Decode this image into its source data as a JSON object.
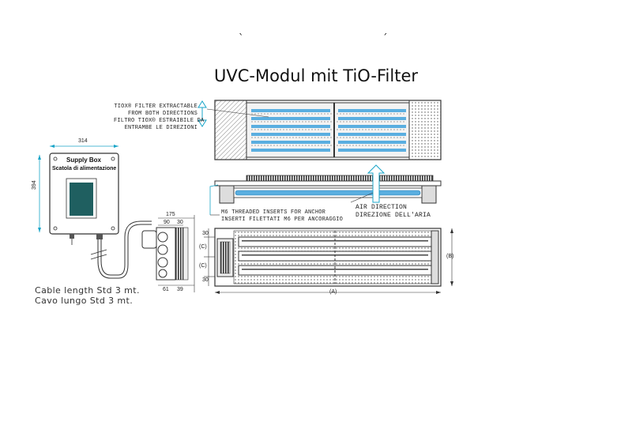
{
  "top_marks": {
    "left": "`",
    "right": "´"
  },
  "title": "UVC-Modul mit TiO-Filter",
  "filter_note": {
    "line1": "TIOX® FILTER EXTRACTABLE",
    "line2": "FROM BOTH DIRECTIONS",
    "line3": "FILTRO TIOX® ESTRAIBILE DA",
    "line4": "ENTRAMBE LE DIREZIONI"
  },
  "supply_box": {
    "width_dim": "314",
    "height_dim": "394",
    "title": "Supply Box",
    "subtitle": "Scatola di alimentazione"
  },
  "anchor_note": {
    "line1": "M6 THREADED INSERTS FOR ANCHOR",
    "line2": "INSERTI FILETTATI M6 PER ANCORAGGIO"
  },
  "air_note": {
    "line1": "AIR DIRECTION",
    "line2": "DIREZIONE DELL'ARIA"
  },
  "side_dims": {
    "d175": "175",
    "d90": "90",
    "d30": "30",
    "d61": "61",
    "d39": "39"
  },
  "module_dims": {
    "d30_top": "30",
    "d30_bottom": "30",
    "c1": "(C)",
    "c2": "(C)",
    "a": "(A)",
    "b": "(B)"
  },
  "cable_note": {
    "line1": "Cable length Std 3 mt.",
    "line2": "Cavo lungo Std 3 mt."
  },
  "colors": {
    "filter_blue": "#5aaee0",
    "line": "#333333",
    "dim_cyan": "#1aa5c8",
    "panel": "#1f5f60"
  }
}
